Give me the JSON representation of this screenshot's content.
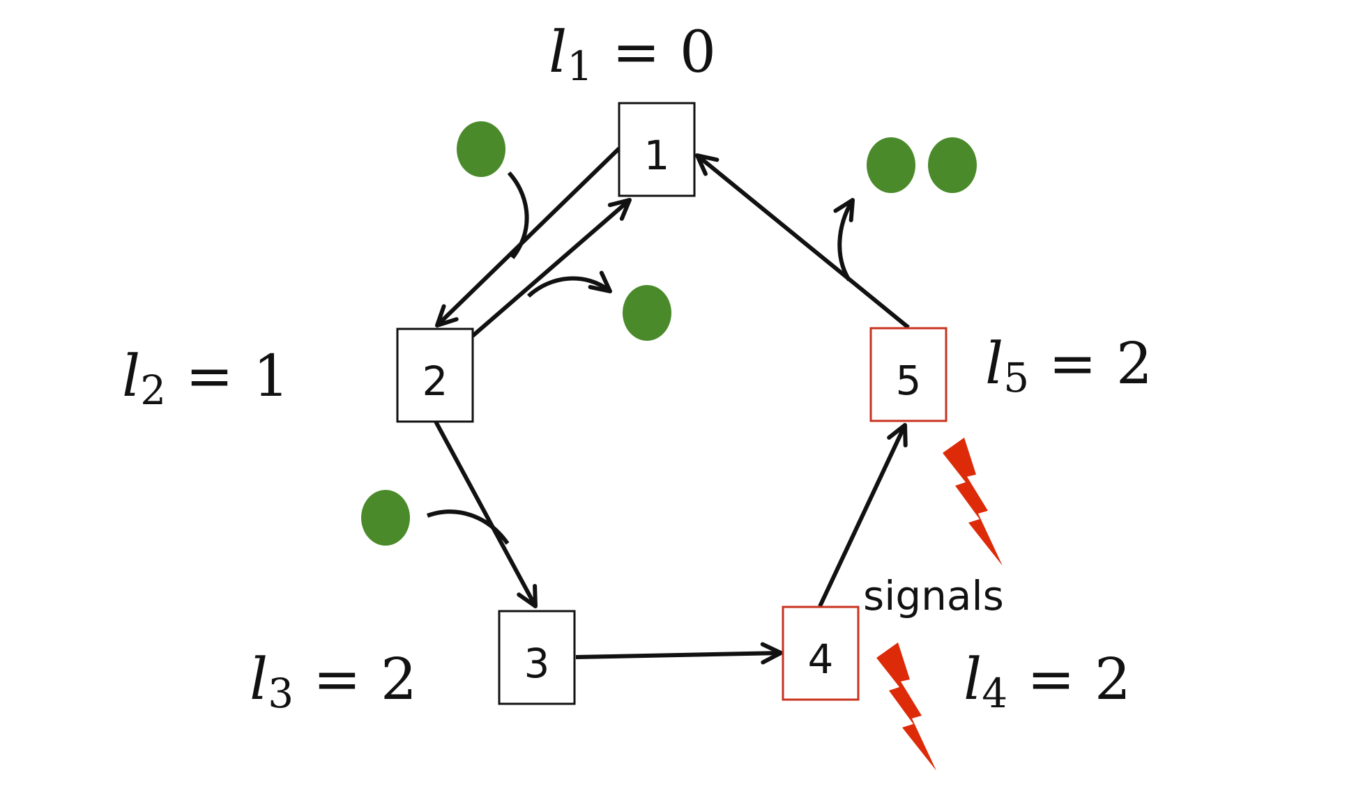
{
  "diagram": {
    "nodes": [
      {
        "id": "1",
        "label": "1",
        "level_var": "l",
        "level_sub": "1",
        "level_value": "0",
        "alert": false
      },
      {
        "id": "2",
        "label": "2",
        "level_var": "l",
        "level_sub": "2",
        "level_value": "1",
        "alert": false
      },
      {
        "id": "3",
        "label": "3",
        "level_var": "l",
        "level_sub": "3",
        "level_value": "2",
        "alert": false
      },
      {
        "id": "4",
        "label": "4",
        "level_var": "l",
        "level_sub": "4",
        "level_value": "2",
        "alert": true
      },
      {
        "id": "5",
        "label": "5",
        "level_var": "l",
        "level_sub": "5",
        "level_value": "2",
        "alert": true
      }
    ],
    "edges": [
      {
        "from": "1",
        "to": "2"
      },
      {
        "from": "2",
        "to": "1"
      },
      {
        "from": "2",
        "to": "3"
      },
      {
        "from": "3",
        "to": "4"
      },
      {
        "from": "4",
        "to": "5"
      },
      {
        "from": "5",
        "to": "1"
      }
    ],
    "equals_sign": "=",
    "signals_label": "signals",
    "colors": {
      "node_border": "#111111",
      "alert_border": "#c8321e",
      "token": "#4a8a2a",
      "lightning": "#dd2a08",
      "edge": "#111111"
    },
    "icons": [
      "green-token-icon",
      "lightning-bolt-icon"
    ]
  }
}
